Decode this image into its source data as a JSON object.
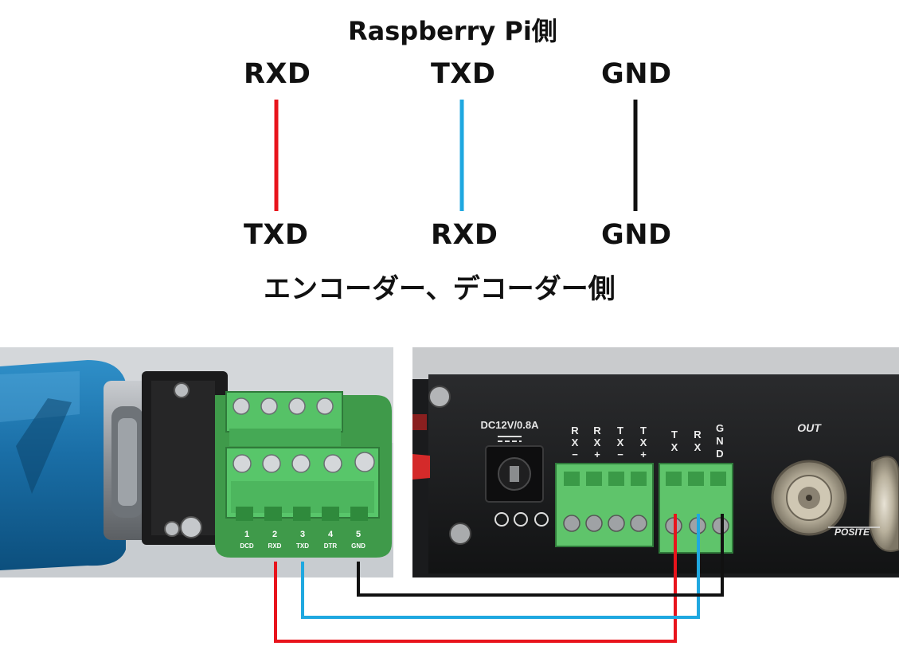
{
  "raspberry_side_title": "Raspberry Pi側",
  "encoder_side_title": "エンコーダー、デコーダー側",
  "connections": [
    {
      "top": "RXD",
      "bottom": "TXD",
      "color": "#e8141c"
    },
    {
      "top": "TXD",
      "bottom": "RXD",
      "color": "#1fa8e0"
    },
    {
      "top": "GND",
      "bottom": "GND",
      "color": "#111111"
    }
  ],
  "usb_adapter": {
    "pin_numbers": [
      "1",
      "2",
      "3",
      "4",
      "5"
    ],
    "pin_labels": [
      "DCD",
      "RXD",
      "TXD",
      "DTR",
      "GND"
    ]
  },
  "encoder_box": {
    "power_label": "DC12V/0.8A",
    "rs422_labels": [
      [
        "R",
        "X",
        "−"
      ],
      [
        "R",
        "X",
        "+"
      ],
      [
        "T",
        "X",
        "−"
      ],
      [
        "T",
        "X",
        "+"
      ]
    ],
    "serial_labels": [
      [
        "T",
        "X"
      ],
      [
        "R",
        "X"
      ],
      [
        "G",
        "N",
        "D"
      ]
    ],
    "out_label": "OUT",
    "composite_label": "POSITE"
  },
  "colors": {
    "red": "#e8141c",
    "blue": "#1fa8e0",
    "black": "#111111",
    "terminal_green": "#4fb45a"
  }
}
